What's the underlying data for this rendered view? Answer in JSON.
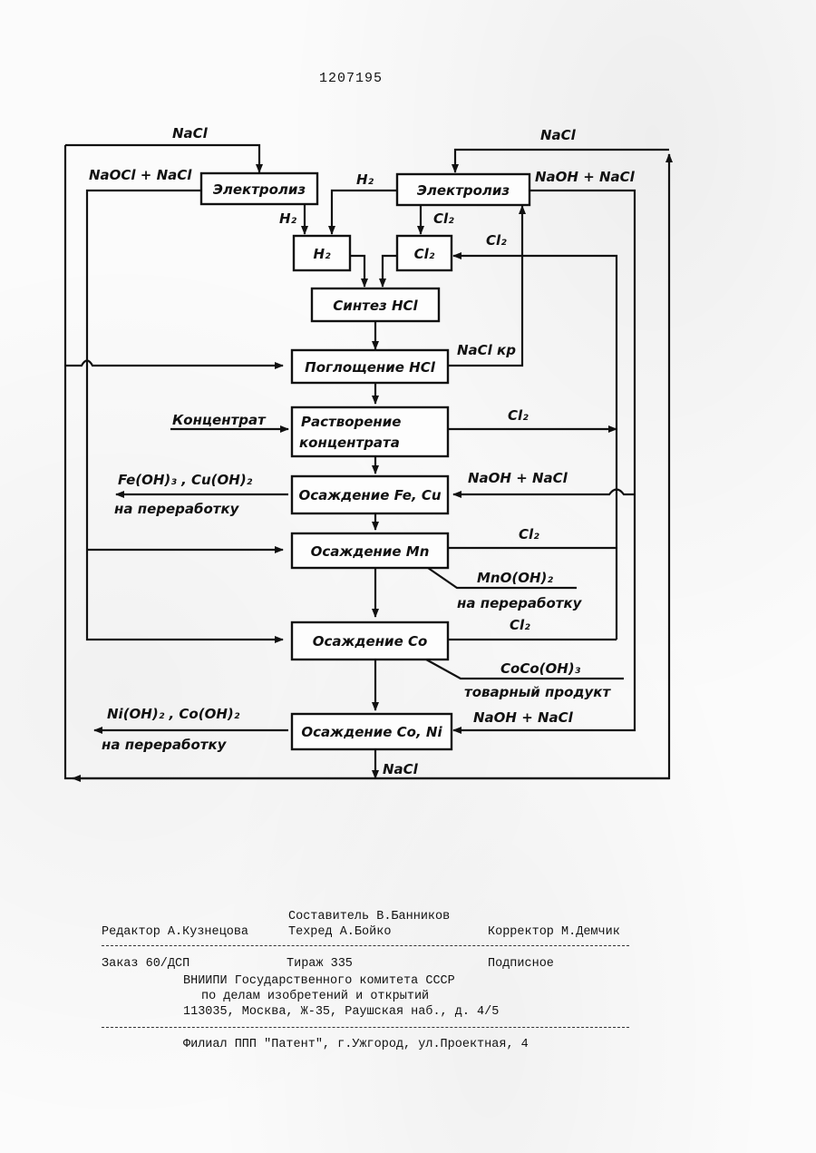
{
  "document_number": "1207195",
  "diagram": {
    "boxes": {
      "electrolysis_left": "Электролиз",
      "electrolysis_right": "Электролиз",
      "h2": "H₂",
      "cl2": "Cl₂",
      "hcl_synthesis": "Синтез HCl",
      "hcl_absorption": "Поглощение HCl",
      "dissolution_line1": "Растворение",
      "dissolution_line2": "концентрата",
      "precip_fe_cu": "Осаждение Fe, Cu",
      "precip_mn": "Осаждение Mn",
      "precip_co": "Осаждение Co",
      "precip_co_ni": "Осаждение Co, Ni"
    },
    "labels": {
      "nacl_top_left": "NaCl",
      "naocl_nacl": "NaOCl + NaCl",
      "h2_left": "H₂",
      "nacl_top_right": "NaCl",
      "h2_mid": "H₂",
      "naoh_nacl_top": "NaOH + NaCl",
      "cl2_mid": "Cl₂",
      "cl2_return": "Cl₂",
      "nacl_kr": "NaCl кр",
      "concentrate": "Концентрат",
      "cl2_dissolution": "Cl₂",
      "fe_cu_hydroxides": "Fe(OH)₃ , Cu(OH)₂",
      "to_processing_1": "на переработку",
      "naoh_nacl_fe": "NaOH + NaCl",
      "cl2_mn": "Cl₂",
      "mno_oh2": "MnO(OH)₂",
      "to_processing_2": "на переработку",
      "cl2_co": "Cl₂",
      "coco_oh3": "CoCo(OH)₃",
      "commercial_product": "товарный продукт",
      "ni_co_hydroxides": "Ni(OH)₂ , Co(OH)₂",
      "to_processing_3": "на переработку",
      "naoh_nacl_bottom": "NaOH + NaCl",
      "nacl_bottom": "NaCl"
    }
  },
  "footer": {
    "compiler": "Составитель В.Банников",
    "editor": "Редактор А.Кузнецова",
    "techred": "Техред А.Бойко",
    "corrector": "Корректор М.Демчик",
    "order": "Заказ 60/ДСП",
    "circulation": "Тираж 335",
    "subscription": "Подписное",
    "institute": "ВНИИПИ Государственного комитета СССР",
    "institute_line2": "по делам изобретений и открытий",
    "address": "113035, Москва, Ж-35, Раушская наб., д. 4/5",
    "branch": "Филиал ППП \"Патент\", г.Ужгород, ул.Проектная, 4"
  }
}
